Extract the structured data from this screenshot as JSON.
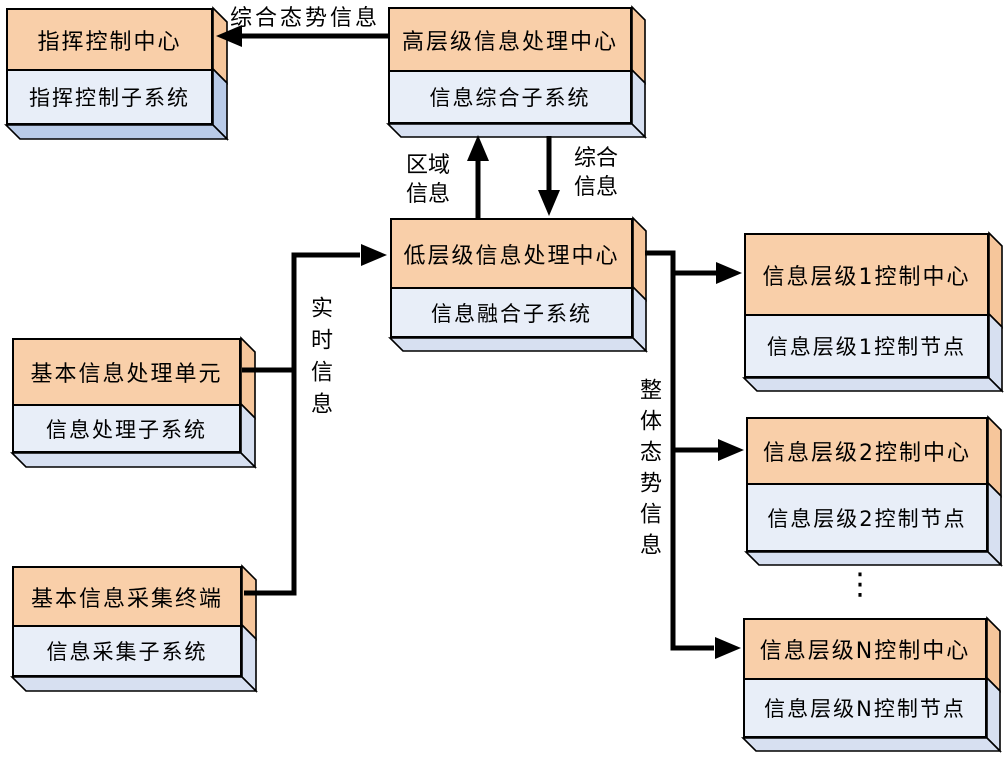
{
  "diagram": {
    "title_hint": "hierarchical information processing system diagram",
    "boxes": [
      {
        "id": "command-center",
        "title": "指挥控制中心",
        "subtitle": "指挥控制子系统"
      },
      {
        "id": "high-level-center",
        "title": "高层级信息处理中心",
        "subtitle": "信息综合子系统"
      },
      {
        "id": "low-level-center",
        "title": "低层级信息处理中心",
        "subtitle": "信息融合子系统"
      },
      {
        "id": "basic-processing-unit",
        "title": "基本信息处理单元",
        "subtitle": "信息处理子系统"
      },
      {
        "id": "basic-collection-terminal",
        "title": "基本信息采集终端",
        "subtitle": "信息采集子系统"
      },
      {
        "id": "level1-control",
        "title": "信息层级1控制中心",
        "subtitle": "信息层级1控制节点"
      },
      {
        "id": "level2-control",
        "title": "信息层级2控制中心",
        "subtitle": "信息层级2控制节点"
      },
      {
        "id": "levelN-control",
        "title": "信息层级N控制中心",
        "subtitle": "信息层级N控制节点"
      }
    ],
    "edge_labels": {
      "situation": "综合态势信息",
      "regional": "区域\n信息",
      "comprehensive": "综合\n信息",
      "realtime": "实时信息",
      "overall": "整体态势信息"
    },
    "ellipsis": "⋮",
    "colors": {
      "box_top_fill": "#F9CFA9",
      "box_top_side": "#F6C69B",
      "box_bottom_fill": "#E8EEF8",
      "box_bottom_side": "#D7E0F1",
      "command_box_side": "#B9CBE8",
      "border": "#000000",
      "line": "#000000",
      "background": "#FFFFFF"
    }
  }
}
